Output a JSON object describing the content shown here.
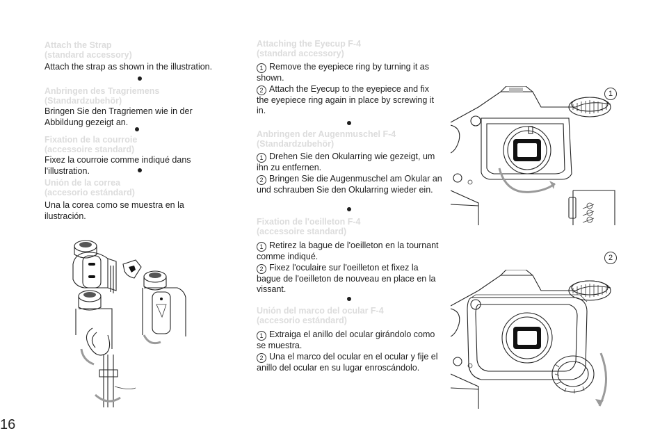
{
  "page_number": "16",
  "column1": {
    "sections": [
      {
        "heading": "Attach the Strap\n(standard accessory)",
        "body": "Attach the strap as shown in the illustration."
      },
      {
        "heading": "Anbringen des Tragriemens\n(Standardzubehör)",
        "body": "Bringen Sie den Tragriemen wie in der Abbildung gezeigt an."
      },
      {
        "heading": "Fixation de la courroie\n(accessoire standard)",
        "body": "Fixez la courroie comme indiqué dans l'illustration."
      },
      {
        "heading": "Unión de la correa\n(accesorio estándard)",
        "body": "Una la corea como se muestra en la ilustración."
      }
    ]
  },
  "column2": {
    "sections": [
      {
        "heading": "Attaching the Eyecup F-4\n(standard accessory)",
        "steps": [
          {
            "num": "1",
            "text": "Remove the eyepiece ring by turning it as shown."
          },
          {
            "num": "2",
            "text": "Attach the Eyecup to the eyepiece and fix the eyepiece ring again in place by screwing it in."
          }
        ]
      },
      {
        "heading": "Anbringen der Augenmuschel F-4\n(Standardzubehör)",
        "steps": [
          {
            "num": "1",
            "text": "Drehen Sie den Okularring wie gezeigt, um ihn zu entfernen."
          },
          {
            "num": "2",
            "text": "Bringen Sie die Augenmuschel am Okular an und schrauben Sie den Okularring wieder ein."
          }
        ]
      },
      {
        "heading": "Fixation de l'oeilleton F-4\n(accessoire standard)",
        "steps": [
          {
            "num": "1",
            "text": "Retirez la bague de l'oeilleton en la tournant comme indiqué."
          },
          {
            "num": "2",
            "text": "Fixez l'oculaire sur l'oeilleton et fixez la bague de l'oeilleton de nouveau en place en la vissant."
          }
        ]
      },
      {
        "heading": "Unión del marco del ocular F-4\n(accesorio estándard)",
        "steps": [
          {
            "num": "1",
            "text": "Extraiga el anillo del ocular girándolo como se muestra."
          },
          {
            "num": "2",
            "text": "Una el marco del ocular en el ocular y fije el anillo del ocular en su lugar enroscándolo."
          }
        ]
      }
    ]
  },
  "figures": {
    "fig1_label": "1",
    "fig2_label": "2",
    "strap_illustration": "strap-attachment-illustration",
    "eyecup_illustration_1": "eyepiece-ring-removal-illustration",
    "eyecup_illustration_2": "eyecup-attachment-illustration"
  }
}
